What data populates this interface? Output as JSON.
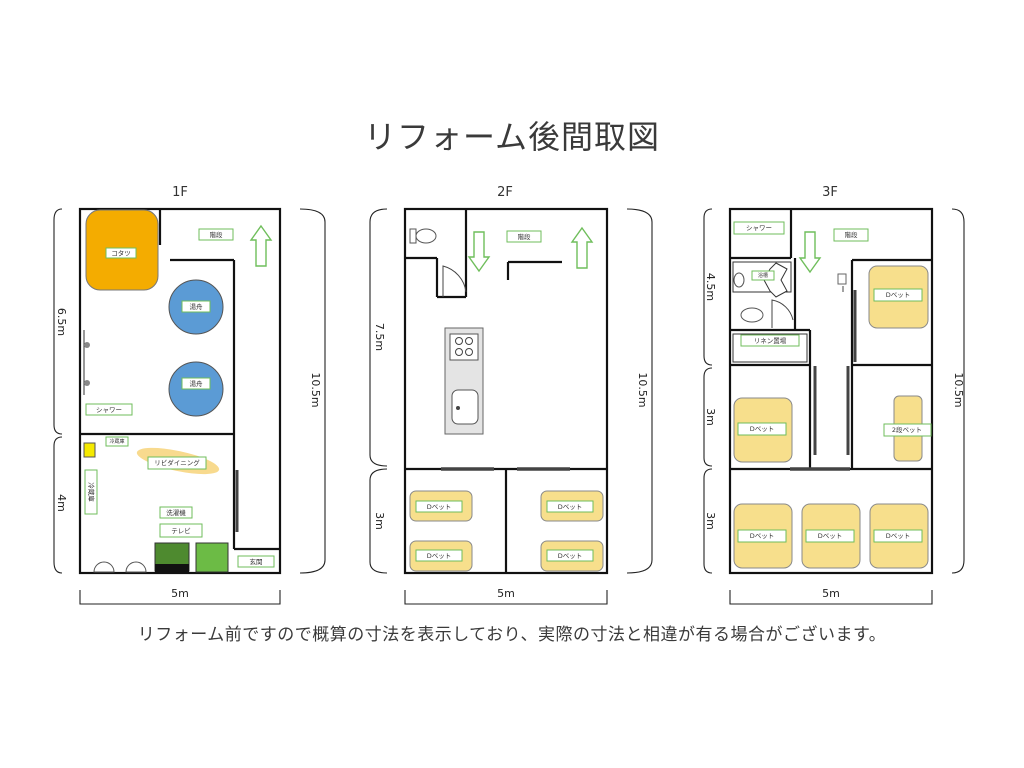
{
  "title": "リフォーム後間取図",
  "note": "リフォーム前ですので概算の寸法を表示しており、実際の寸法と相違が有る場合がございます。",
  "floors": [
    {
      "name": "1F",
      "width": "5m",
      "total_height": "10.5m",
      "section_heights": [
        "6.5m",
        "4m"
      ],
      "labels": {
        "stairs": "階段",
        "kotatsu": "コタツ",
        "table1": "湯舟",
        "table2": "湯舟",
        "shower": "シャワー",
        "fridge_note": "冷蔵庫",
        "dining": "リビダイニング",
        "fridge": "冷蔵庫",
        "washer": "洗濯機",
        "tv": "テレビ",
        "entrance": "玄関"
      }
    },
    {
      "name": "2F",
      "width": "5m",
      "total_height": "10.5m",
      "section_heights": [
        "7.5m",
        "3m"
      ],
      "labels": {
        "stairs": "階段",
        "bed1": "Dベット",
        "bed2": "Dベット",
        "bed3": "Dベット",
        "bed4": "Dベット"
      }
    },
    {
      "name": "3F",
      "width": "5m",
      "total_height": "10.5m",
      "section_heights": [
        "4.5m",
        "3m",
        "3m"
      ],
      "labels": {
        "shower": "シャワー",
        "stairs": "階段",
        "bath": "浴槽",
        "linen": "リネン置場",
        "bed1": "Dベット",
        "bed2": "Dベット",
        "bunk": "2段ベット",
        "bed3": "Dベット",
        "bed4": "Dベット",
        "bed5": "Dベット"
      }
    }
  ],
  "colors": {
    "kotatsu": "#f4ac00",
    "table": "#5b9bd5",
    "bed": "#f7df8c",
    "dining_ellipse": "#f7d37a",
    "fridge": "#f5ea00",
    "green_dark": "#4e8a2f",
    "green_light": "#6cbb45",
    "label_border": "#6fbe5b"
  }
}
